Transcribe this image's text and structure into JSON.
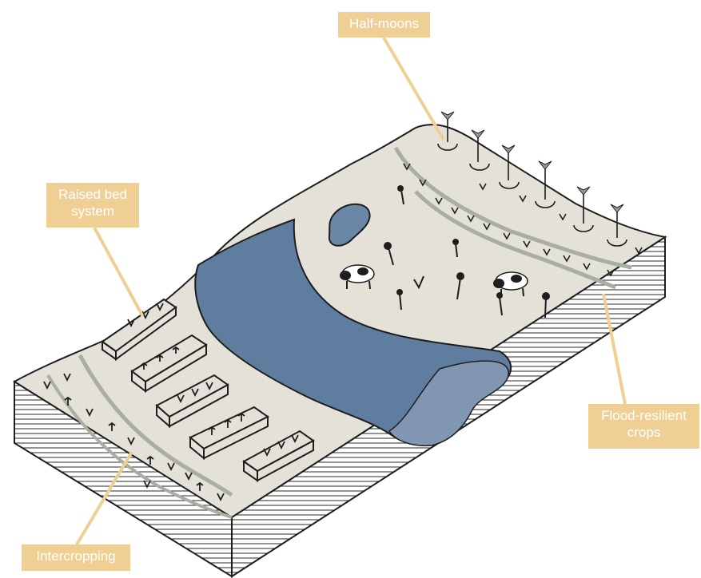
{
  "labels": {
    "half_moons": "Half-moons",
    "raised_bed": "Raised bed system",
    "flood_resilient": "Flood-resilient crops",
    "intercropping": "Intercropping"
  },
  "colors": {
    "ground": "#e4e1d9",
    "water": "#5f7d9e",
    "water_shallow": "#8197b1",
    "pond": "#6a87a8",
    "terrace_band": "#a9aea3",
    "callout": "#f0cf94",
    "crop_marks": "#e0b070",
    "outline": "#1e1e1e"
  },
  "icons": [
    "cow-icon",
    "tree-icon",
    "plant-icon"
  ]
}
